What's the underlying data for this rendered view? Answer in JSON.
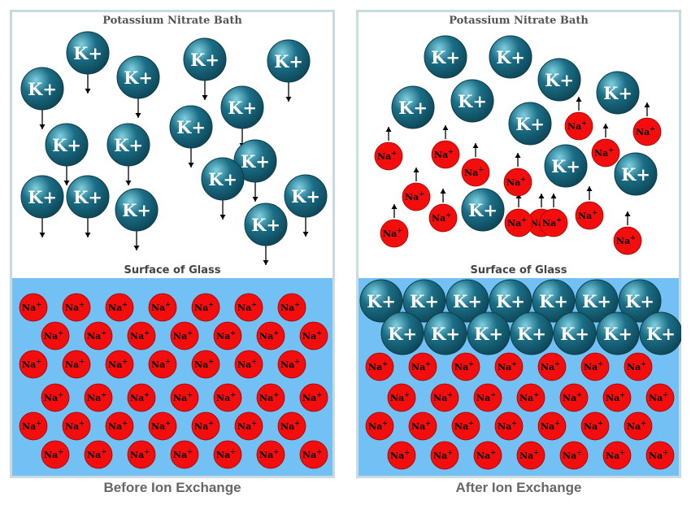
{
  "colors": {
    "bath_border": "#c8dbe0",
    "glass": "#73c1f4",
    "k_ion": "#1b6e86",
    "na_ion": "#f40d0d"
  },
  "icons": {
    "k_ion": "teal-sphere-k-plus-icon",
    "na_ion": "red-sphere-na-plus-icon",
    "arrow_down": "arrow-down-icon",
    "arrow_up": "arrow-up-icon"
  },
  "ions": {
    "k": "K+",
    "na_base": "Na",
    "na_sup": "+"
  },
  "panels": [
    {
      "bath_label": "Potassium Nitrate Bath",
      "surface_label": "Surface of Glass",
      "caption": "Before Ion Exchange"
    },
    {
      "bath_label": "Potassium Nitrate Bath",
      "surface_label": "Surface of Glass",
      "caption": "After Ion Exchange"
    }
  ]
}
